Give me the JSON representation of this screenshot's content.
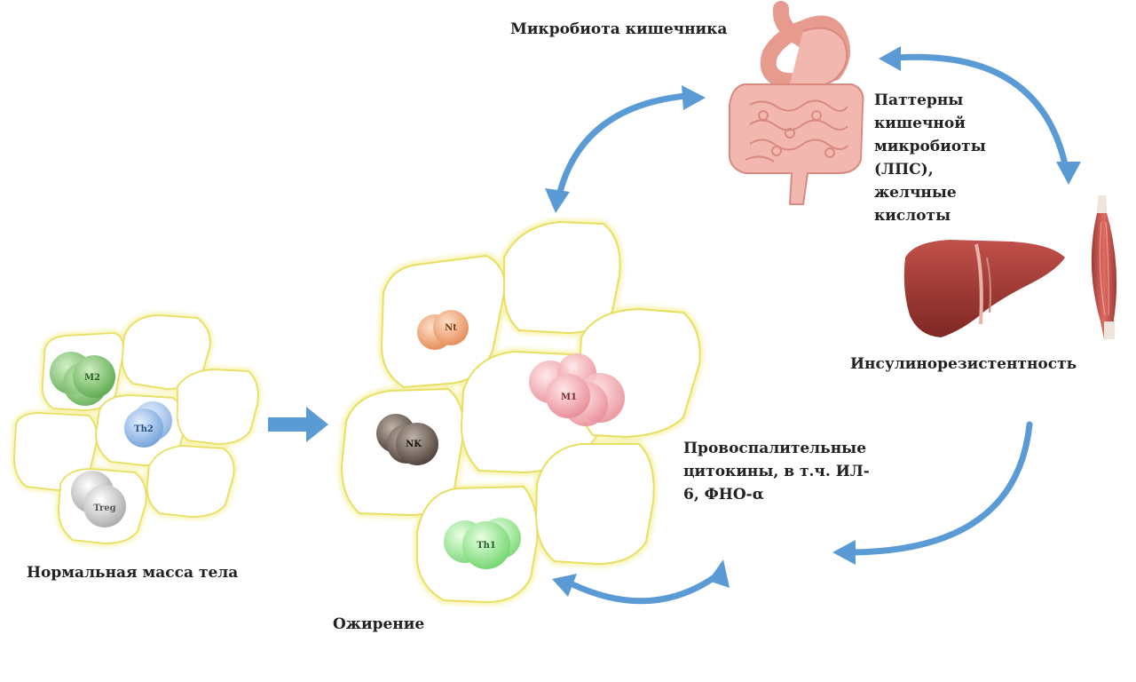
{
  "labels": {
    "gut": "Микробиота кишечника",
    "patterns": "Паттерны\nкишечной\nмикробиоты\n(ЛПС),\nжелчные\nкислоты",
    "insulin": "Инсулинорезистентность",
    "cytokines": "Провоспалительные\nцитокины, в т.ч. ИЛ-\n6, ФНО-α",
    "normal": "Нормальная масса тела",
    "obesity": "Ожирение"
  },
  "cells": {
    "normal": [
      "M2",
      "Th2",
      "Treg"
    ],
    "obese": [
      "Nt",
      "M1",
      "NK",
      "Th1"
    ]
  },
  "colors": {
    "arrow": "#5b9bd5",
    "adipocyte_border": "#f2ec8a",
    "m2": "#7cc46a",
    "th2": "#8db8e8",
    "treg": "#c9c9c9",
    "nt": "#f0a070",
    "m1": "#f4a5ad",
    "nk": "#6a5a52",
    "th1": "#8fe08a",
    "liver": "#a33a35",
    "muscle": "#c0504d",
    "intestine": "#f2b8b0"
  }
}
